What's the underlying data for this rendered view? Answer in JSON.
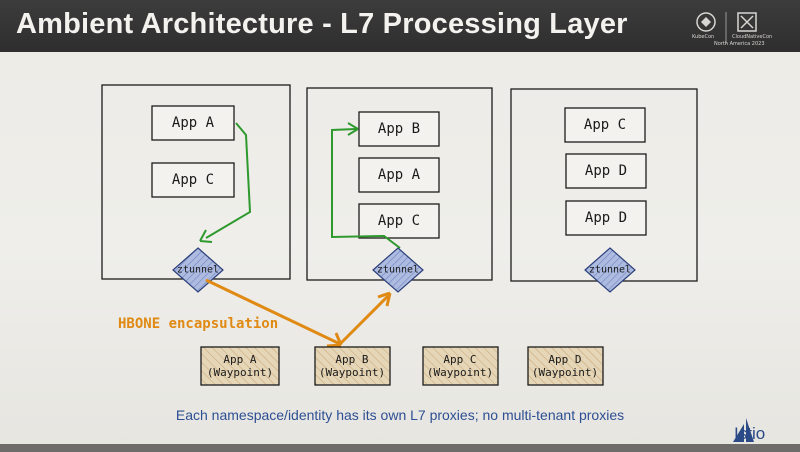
{
  "title": "Ambient Architecture - L7 Processing Layer",
  "logos": {
    "kubecon": "KubeCon",
    "cloudnativecon": "CloudNativeCon",
    "event": "North America 2023"
  },
  "diagram": {
    "nodes": [
      {
        "apps": [
          "App A",
          "App C"
        ],
        "ztunnel": "ztunnel"
      },
      {
        "apps": [
          "App B",
          "App A",
          "App C"
        ],
        "ztunnel": "ztunnel"
      },
      {
        "apps": [
          "App C",
          "App D",
          "App D"
        ],
        "ztunnel": "ztunnel"
      }
    ],
    "waypoints": [
      {
        "name": "App A",
        "role": "(Waypoint)"
      },
      {
        "name": "App B",
        "role": "(Waypoint)"
      },
      {
        "name": "App C",
        "role": "(Waypoint)"
      },
      {
        "name": "App D",
        "role": "(Waypoint)"
      }
    ],
    "hbone_label": "HBONE encapsulation"
  },
  "caption": "Each namespace/identity has its own L7 proxies; no multi-tenant proxies",
  "brand": "Istio",
  "colors": {
    "title_bar": "#333232",
    "green_flow": "#2e9a2e",
    "orange_flow": "#e08a14",
    "waypoint_fill": "#e0cfae",
    "ztunnel_fill": "#9fb1d8",
    "caption": "#2e4f93"
  }
}
